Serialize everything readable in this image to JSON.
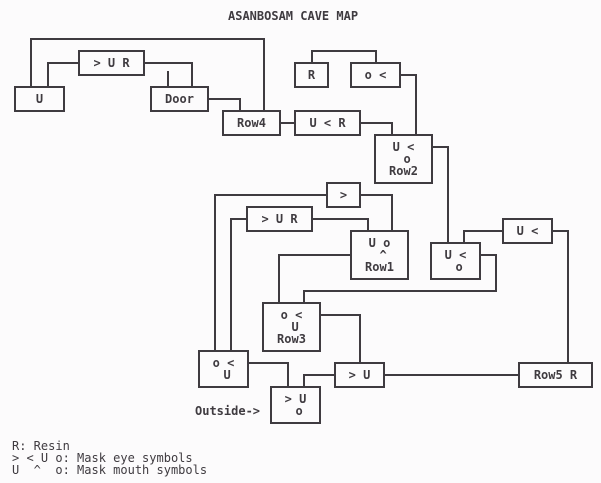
{
  "title": "ASANBOSAM CAVE MAP",
  "colors": {
    "background": "#fcfbfc",
    "ink": "#3f3b40"
  },
  "rooms": [
    {
      "id": "u-top-left",
      "lines": [
        "U"
      ]
    },
    {
      "id": "gt-u-r-top",
      "lines": [
        "> U R"
      ]
    },
    {
      "id": "door",
      "lines": [
        "Door"
      ]
    },
    {
      "id": "row4",
      "lines": [
        "Row4"
      ]
    },
    {
      "id": "r-top",
      "lines": [
        "R"
      ]
    },
    {
      "id": "o-lt-top",
      "lines": [
        "o <"
      ]
    },
    {
      "id": "u-lt-r",
      "lines": [
        "U < R"
      ]
    },
    {
      "id": "row2",
      "lines": [
        "U <",
        " o",
        "Row2"
      ]
    },
    {
      "id": "gt-mid",
      "lines": [
        ">"
      ]
    },
    {
      "id": "gt-u-r-mid",
      "lines": [
        "> U R"
      ]
    },
    {
      "id": "row1",
      "lines": [
        "U o",
        " ^",
        "Row1"
      ]
    },
    {
      "id": "u-lt-o",
      "lines": [
        "U <",
        " o"
      ]
    },
    {
      "id": "u-lt-right",
      "lines": [
        "U <"
      ]
    },
    {
      "id": "row3",
      "lines": [
        "o <",
        " U",
        "Row3"
      ]
    },
    {
      "id": "o-lt-u",
      "lines": [
        "o <",
        " U"
      ]
    },
    {
      "id": "gt-u-o-entrance",
      "lines": [
        "> U",
        " o"
      ]
    },
    {
      "id": "gt-u-bottom",
      "lines": [
        "> U"
      ]
    },
    {
      "id": "row5",
      "lines": [
        "Row5 R"
      ]
    }
  ],
  "entrance_label": "Outside->",
  "legend": [
    "R: Resin",
    "> < U o: Mask eye symbols",
    "U  ^  o: Mask mouth symbols"
  ]
}
